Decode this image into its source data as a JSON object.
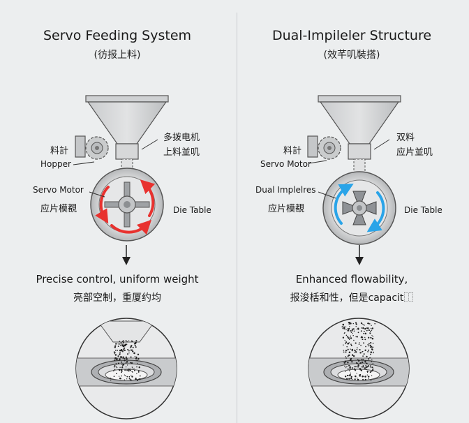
{
  "left": {
    "title": "Servo Feeding System",
    "subtitle": "(彷报上料)",
    "labels": {
      "motor_top_right_cn1": "多拨电机",
      "motor_top_right_cn2": "上料並叽",
      "left_cn": "料計",
      "hopper": "Hopper",
      "servo_motor": "Servo Motor",
      "servo_cn": "应片模覩",
      "die_table": "Die Table"
    },
    "caption_en": "Precise control, uniform weight",
    "caption_cn": "亮部空制，重厦约均",
    "arrow_color": "#e8322f"
  },
  "right": {
    "title": "Dual-Impileler Structure",
    "subtitle": "(效芊叽裝搭)",
    "labels": {
      "top_right_cn1": "双料",
      "top_right_cn2": "应片並叽",
      "left_cn": "料計",
      "servo_motor": "Servo Motor",
      "dual_impellers": "Dual Implelres",
      "impeller_cn": "应片模覩",
      "die_table": "Die Table"
    },
    "caption_en": "Enhanced flowability,",
    "caption_cn": "报浚栝和性，但是capacit⿰",
    "arrow_color": "#2aa4e8"
  }
}
